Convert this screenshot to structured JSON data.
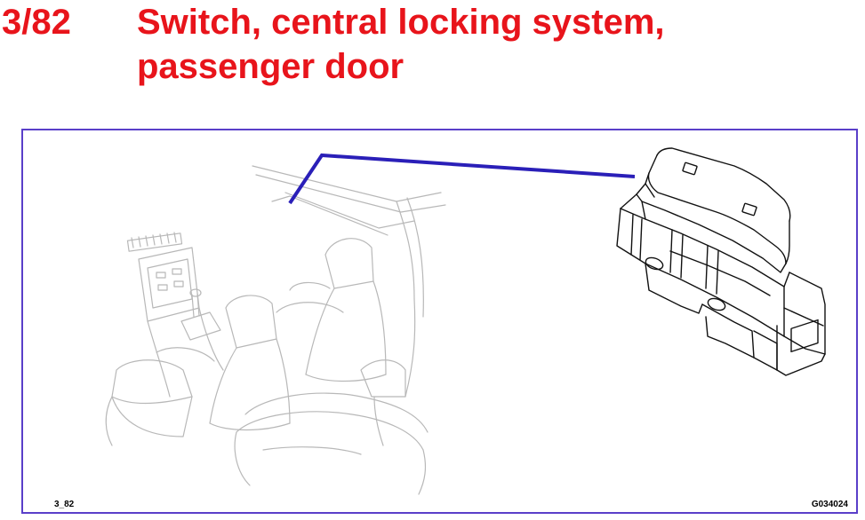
{
  "header": {
    "number": "3/82",
    "title_line1": "Switch, central locking system,",
    "title_line2": "passenger door"
  },
  "figure": {
    "code_left": "3_82",
    "code_right": "G034024"
  },
  "colors": {
    "title": "#e8141b",
    "frame_border": "#5a3fc9",
    "leader_line": "#2a1fb8",
    "interior_sketch": "#b8b8b8",
    "switch_outline": "#111111"
  }
}
